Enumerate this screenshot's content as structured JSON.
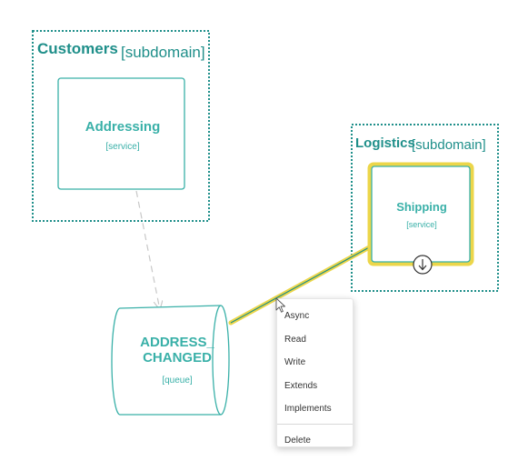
{
  "colors": {
    "teal": "#1f8f8a",
    "teal_light": "#39b0a8",
    "selection": "#ecd64a",
    "connector": "#c8c8c8"
  },
  "subdomains": {
    "customers": {
      "name": "Customers",
      "tag": "[subdomain]"
    },
    "logistics": {
      "name": "Logistics",
      "tag": "[subdomain]"
    }
  },
  "services": {
    "addressing": {
      "name": "Addressing",
      "tag": "[service]"
    },
    "shipping": {
      "name": "Shipping",
      "tag": "[service]"
    }
  },
  "queue": {
    "line1": "ADDRESS_",
    "line2": "CHANGED",
    "tag": "[queue]"
  },
  "icons": {
    "connection_handle": "arrow-down-circle-icon",
    "cursor": "mouse-pointer-icon"
  },
  "context_menu": {
    "items": [
      "Async",
      "Read",
      "Write",
      "Extends",
      "Implements"
    ],
    "delete_label": "Delete"
  }
}
